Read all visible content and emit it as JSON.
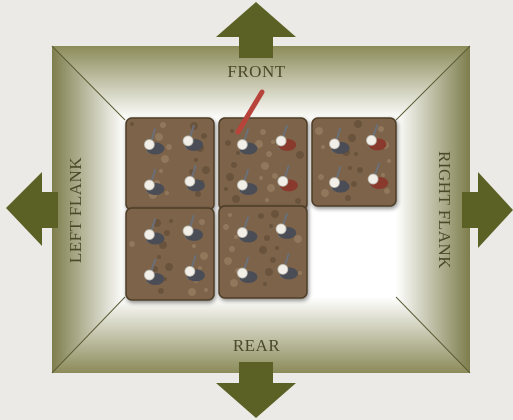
{
  "labels": {
    "front": "FRONT",
    "rear": "REAR",
    "left": "LEFT FLANK",
    "right": "RIGHT FLANK"
  },
  "colors": {
    "background": "#eceae6",
    "arrow": "#5b6125",
    "frame_inner": "#ffffff",
    "frame_edge": "#8a8a5a",
    "base_dirt": "#7b6448",
    "text": "#4a4a2a"
  },
  "icons": {
    "front_arrow": "arrow-up-icon",
    "rear_arrow": "arrow-down-icon",
    "left_arrow": "arrow-left-icon",
    "right_arrow": "arrow-right-icon"
  },
  "units": {
    "bases_shown": 5,
    "figures_per_base": 4
  }
}
